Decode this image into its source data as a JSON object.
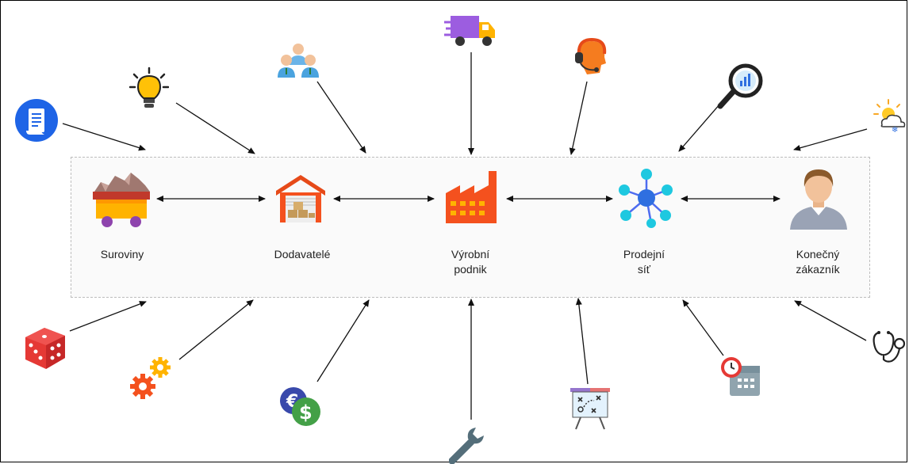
{
  "nodes": [
    {
      "id": "suroviny",
      "label": "Suroviny",
      "icon": "ore-cart-icon"
    },
    {
      "id": "dodavatele",
      "label": "Dodavatelé",
      "icon": "warehouse-icon"
    },
    {
      "id": "vyrobni-podnik",
      "label": "Výrobní\npodnik",
      "icon": "factory-icon"
    },
    {
      "id": "prodejni-sit",
      "label": "Prodejní\nsíť",
      "icon": "network-icon"
    },
    {
      "id": "konecny-zakaznik",
      "label": "Konečný\nzákazník",
      "icon": "customer-icon"
    }
  ],
  "influences_top": [
    "scroll-document-icon",
    "lightbulb-icon",
    "people-group-icon",
    "delivery-truck-icon",
    "call-center-icon",
    "magnifier-chart-icon",
    "weather-icon"
  ],
  "influences_bottom": [
    "dice-icon",
    "gears-icon",
    "currency-icon",
    "wrench-icon",
    "strategy-board-icon",
    "clock-calendar-icon",
    "stethoscope-icon"
  ],
  "colors": {
    "orange": "#f05a23",
    "teal": "#1ec8e0",
    "blue": "#2f6fe0",
    "arrow": "#111111"
  }
}
